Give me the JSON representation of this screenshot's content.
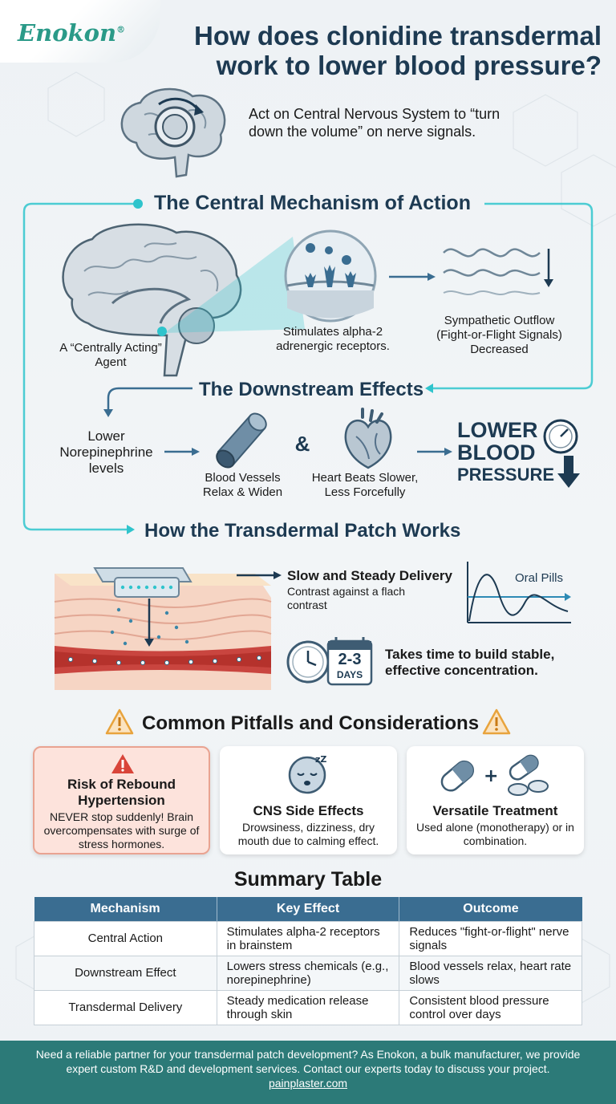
{
  "brand": {
    "logo": "Enokon",
    "reg": "®"
  },
  "header": {
    "title": "How does clonidine transdermal work to lower blood pressure?"
  },
  "intro": {
    "text": "Act on Central Nervous System to “turn down the volume” on nerve signals."
  },
  "mechanism": {
    "heading": "The Central Mechanism of Action",
    "brain_label": "A “Centrally Acting” Agent",
    "receptor_label": "Stimulates alpha-2 adrenergic receptors.",
    "outflow_label": "Sympathetic Outflow (Fight-or-Flight Signals) Decreased"
  },
  "downstream": {
    "heading": "The Downstream Effects",
    "norepinephrine": "Lower Norepinephrine levels",
    "vessels": "Blood Vessels Relax & Widen",
    "ampersand": "&",
    "heart": "Heart Beats Slower, Less Forcefully",
    "result_line1": "LOWER",
    "result_line2": "BLOOD",
    "result_line3": "PRESSURE"
  },
  "patch": {
    "heading": "How the Transdermal Patch Works",
    "delivery_title": "Slow and Steady Delivery",
    "delivery_text": "Contrast against a flach contrast",
    "chart_label": "Oral Pills",
    "days_big": "2-3",
    "days_small": "DAYS",
    "time_text": "Takes time to build stable, effective concentration."
  },
  "pitfalls": {
    "heading": "Common Pitfalls and Considerations",
    "cards": [
      {
        "title": "Risk of Rebound Hypertension",
        "text": "NEVER stop suddenly! Brain overcompensates with surge of stress hormones."
      },
      {
        "title": "CNS Side Effects",
        "text": "Drowsiness, dizziness, dry mouth due to calming effect."
      },
      {
        "title": "Versatile Treatment",
        "text": "Used alone (monotherapy) or in combination."
      }
    ]
  },
  "summary": {
    "heading": "Summary Table",
    "headers": [
      "Mechanism",
      "Key Effect",
      "Outcome"
    ],
    "rows": [
      [
        "Central Action",
        "Stimulates alpha-2 receptors in brainstem",
        "Reduces \"fight-or-flight\" nerve signals"
      ],
      [
        "Downstream Effect",
        "Lowers stress chemicals (e.g., norepinephrine)",
        "Blood vessels relax, heart rate slows"
      ],
      [
        "Transdermal Delivery",
        "Steady medication release through skin",
        "Consistent blood pressure control over days"
      ]
    ]
  },
  "footer": {
    "text": "Need a reliable partner for your transdermal patch development? As Enokon, a bulk manufacturer, we provide expert custom R&D and development services. Contact our experts today to discuss your project.",
    "link": "painplaster.com"
  },
  "colors": {
    "navy": "#1d3a52",
    "teal": "#2fc4cc",
    "brand": "#2a9a88",
    "footer": "#2c7a78",
    "warn": "#e8a33c"
  }
}
